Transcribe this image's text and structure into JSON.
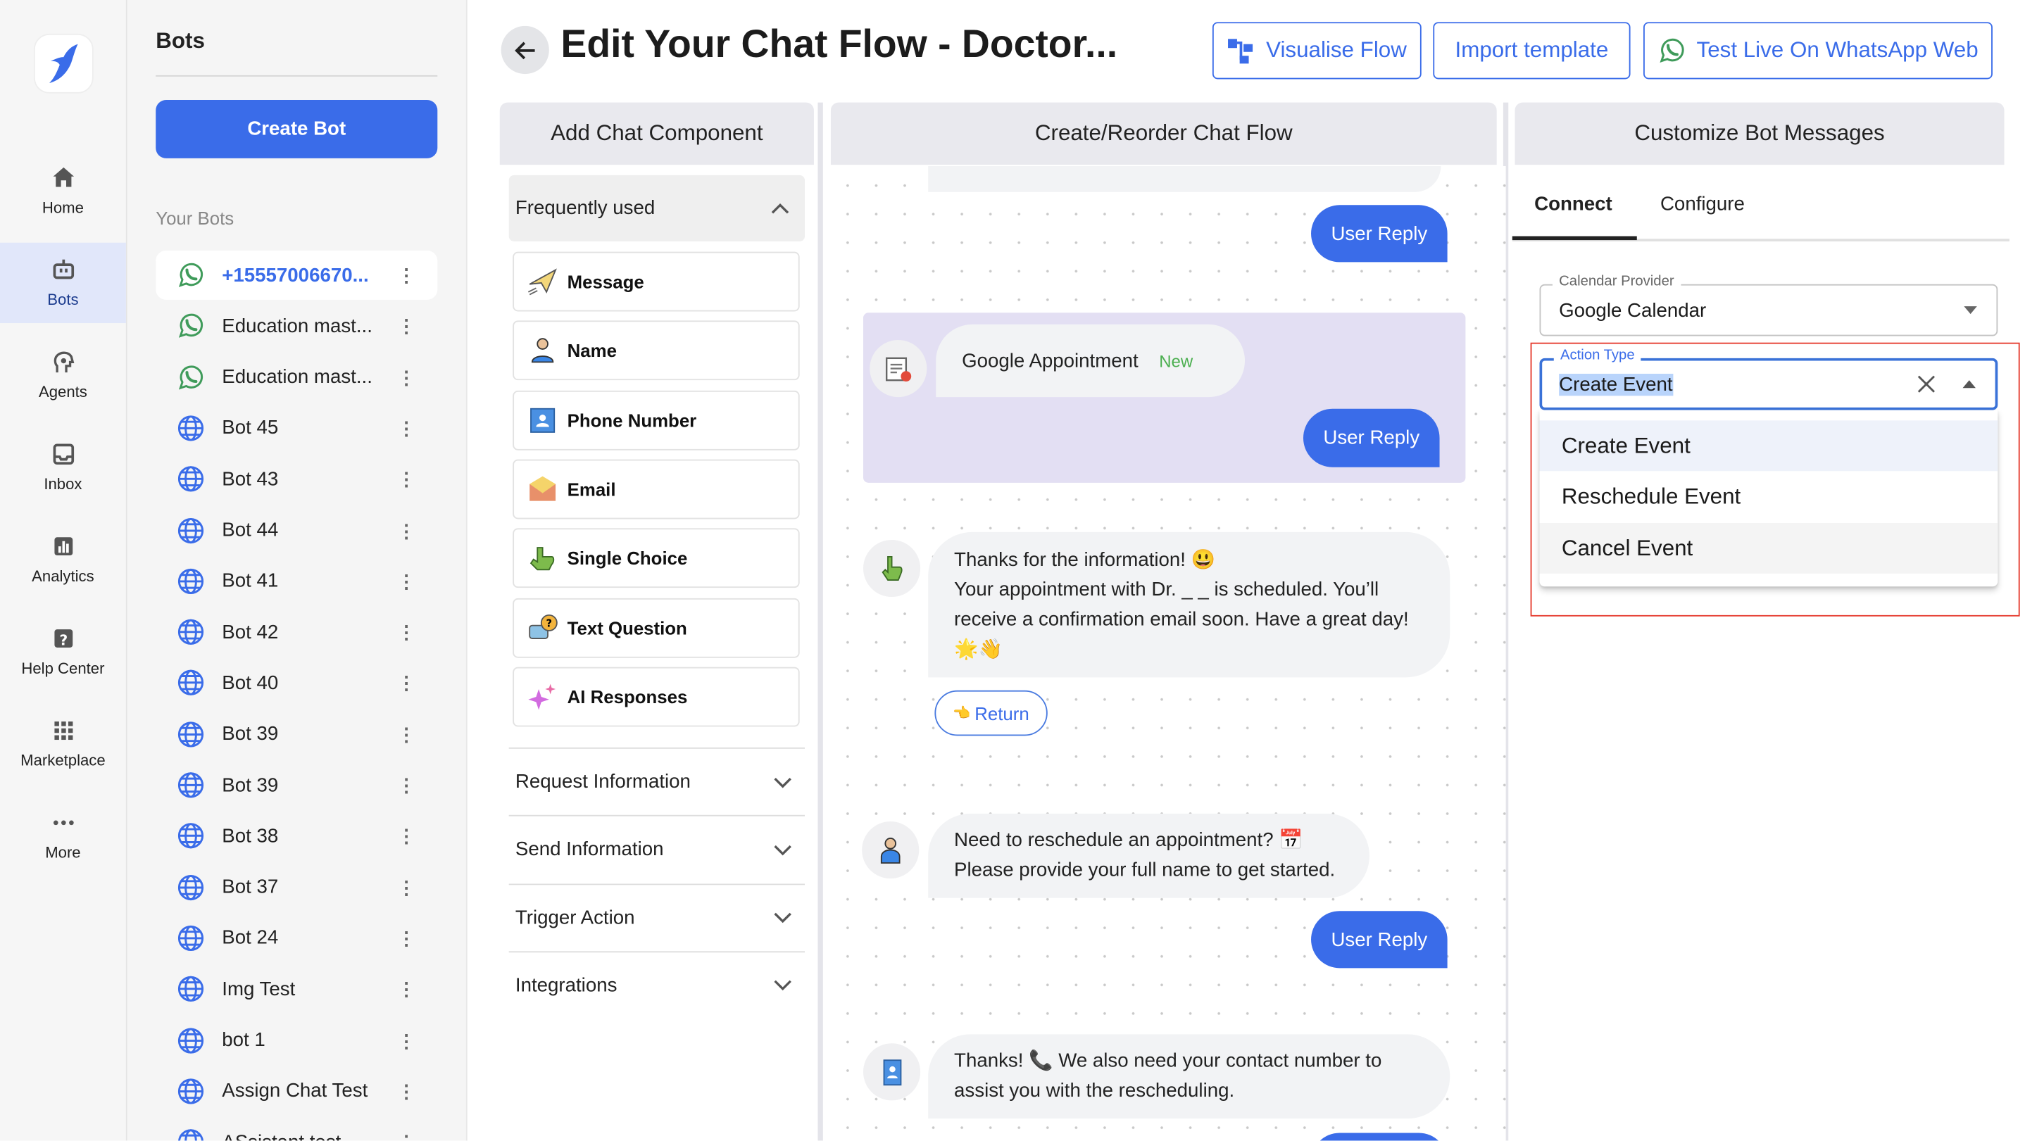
{
  "nav": {
    "items": [
      {
        "label": "Home",
        "icon": "home-icon"
      },
      {
        "label": "Bots",
        "icon": "robot-icon",
        "active": true
      },
      {
        "label": "Agents",
        "icon": "agent-head-icon"
      },
      {
        "label": "Inbox",
        "icon": "inbox-icon"
      },
      {
        "label": "Analytics",
        "icon": "analytics-icon"
      },
      {
        "label": "Help Center",
        "icon": "help-icon"
      },
      {
        "label": "Marketplace",
        "icon": "grid-icon"
      },
      {
        "label": "More",
        "icon": "more-icon"
      }
    ]
  },
  "bots": {
    "title": "Bots",
    "create_label": "Create Bot",
    "section_label": "Your Bots",
    "list": [
      {
        "name": "+15557006670...",
        "type": "whatsapp",
        "active": true
      },
      {
        "name": "Education mast...",
        "type": "whatsapp"
      },
      {
        "name": "Education mast...",
        "type": "whatsapp"
      },
      {
        "name": "Bot 45",
        "type": "web"
      },
      {
        "name": "Bot 43",
        "type": "web"
      },
      {
        "name": "Bot 44",
        "type": "web"
      },
      {
        "name": "Bot 41",
        "type": "web"
      },
      {
        "name": "Bot 42",
        "type": "web"
      },
      {
        "name": "Bot 40",
        "type": "web"
      },
      {
        "name": "Bot 39",
        "type": "web"
      },
      {
        "name": "Bot 39",
        "type": "web"
      },
      {
        "name": "Bot 38",
        "type": "web"
      },
      {
        "name": "Bot 37",
        "type": "web"
      },
      {
        "name": "Bot 24",
        "type": "web"
      },
      {
        "name": "Img Test",
        "type": "web"
      },
      {
        "name": "bot 1",
        "type": "web"
      },
      {
        "name": "Assign Chat Test",
        "type": "web"
      },
      {
        "name": "ASsistant test",
        "type": "web"
      }
    ]
  },
  "header": {
    "title": "Edit Your Chat Flow - Doctor...",
    "visualise_label": "Visualise Flow",
    "import_label": "Import template",
    "test_label": "Test Live On WhatsApp Web"
  },
  "columns": {
    "add": "Add Chat Component",
    "flow": "Create/Reorder Chat Flow",
    "customize": "Customize Bot Messages"
  },
  "components": {
    "frequent_label": "Frequently used",
    "items": [
      {
        "label": "Message",
        "icon": "paper-plane-icon"
      },
      {
        "label": "Name",
        "icon": "person-icon"
      },
      {
        "label": "Phone Number",
        "icon": "contact-book-icon"
      },
      {
        "label": "Email",
        "icon": "envelope-icon"
      },
      {
        "label": "Single Choice",
        "icon": "pointing-hand-icon"
      },
      {
        "label": "Text Question",
        "icon": "question-bubble-icon"
      },
      {
        "label": "AI Responses",
        "icon": "sparkles-icon"
      }
    ],
    "accordions": [
      "Request Information",
      "Send Information",
      "Trigger Action",
      "Integrations"
    ]
  },
  "flow": {
    "user_reply": "User Reply",
    "google_appointment": "Google Appointment",
    "new_badge": "New",
    "msg_thanks_line1": "Thanks for the information! 😃",
    "msg_thanks_line2": "Your appointment with Dr. _ _ is scheduled. You’ll receive a confirmation email soon. Have a great day!",
    "msg_thanks_line3": "🌟👋",
    "return_label": "Return",
    "return_emoji": "👈",
    "msg_resched_line1": "Need to reschedule an appointment? 📅",
    "msg_resched_line2": "Please provide your full name to get started.",
    "msg_contact": "Thanks! 📞 We also need your contact number to assist you with the rescheduling."
  },
  "customize": {
    "tabs": [
      {
        "label": "Connect",
        "active": true
      },
      {
        "label": "Configure"
      }
    ],
    "calendar_provider_label": "Calendar Provider",
    "calendar_provider_value": "Google Calendar",
    "action_type_label": "Action Type",
    "action_type_value": "Create Event",
    "options": [
      "Create Event",
      "Reschedule Event",
      "Cancel Event"
    ]
  },
  "colors": {
    "accent": "#3a6ce9",
    "highlight_box": "#e53a2d",
    "flow_group": "#e3dff3",
    "whatsapp": "#3f9b5a"
  }
}
